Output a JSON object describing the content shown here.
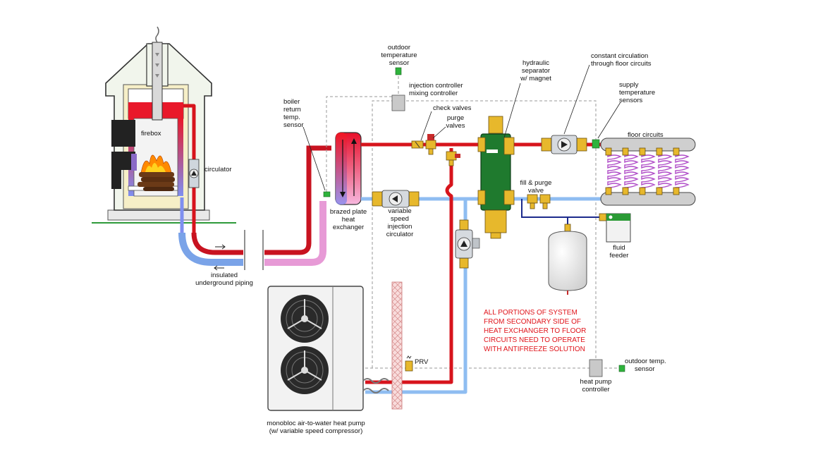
{
  "labels": {
    "outdoor_sensor_top": [
      "outdoor",
      "temperature",
      "sensor"
    ],
    "injection_controller": [
      "injection controller",
      "mixing controller"
    ],
    "hydraulic_separator": [
      "hydraulic",
      "separator",
      "w/ magnet"
    ],
    "constant_circulation": [
      "constant circulation",
      "through floor circuits"
    ],
    "supply_temp_sensors": [
      "supply",
      "temperature",
      "sensors"
    ],
    "boiler_return_sensor": [
      "boiler",
      "return",
      "temp.",
      "sensor"
    ],
    "check_valves": "check valves",
    "purge_valves": [
      "purge",
      "valves"
    ],
    "floor_circuits": "floor circuits",
    "firebox": "firebox",
    "circulator": "circulator",
    "fill_purge_valve": [
      "fill & purge",
      "valve"
    ],
    "brazed_plate_hx": [
      "brazed plate",
      "heat",
      "exchanger"
    ],
    "injection_circulator": [
      "variable",
      "speed",
      "injection",
      "circulator"
    ],
    "fluid_feeder": [
      "fluid",
      "feeder"
    ],
    "insulated_piping": [
      "insulated",
      "underground piping"
    ],
    "prv": "PRV",
    "heat_pump_controller": [
      "heat pump",
      "controller"
    ],
    "outdoor_sensor_right": [
      "outdoor temp.",
      "sensor"
    ],
    "heat_pump": [
      "monobloc air-to-water heat pump",
      "(w/ variable speed compressor)"
    ]
  },
  "warning": [
    "ALL PORTIONS OF SYSTEM",
    "FROM SECONDARY SIDE OF",
    "HEAT EXCHANGER TO FLOOR",
    "CIRCUITS NEED TO OPERATE",
    "WITH ANTIFREEZE SOLUTION"
  ],
  "colors": {
    "hot": "#d7141c",
    "cold": "#8fbdf1",
    "separator": "#1f7a2e",
    "brass": "#e7b82c",
    "warning_text": "#e0141b",
    "ground": "#2e9a3a"
  }
}
